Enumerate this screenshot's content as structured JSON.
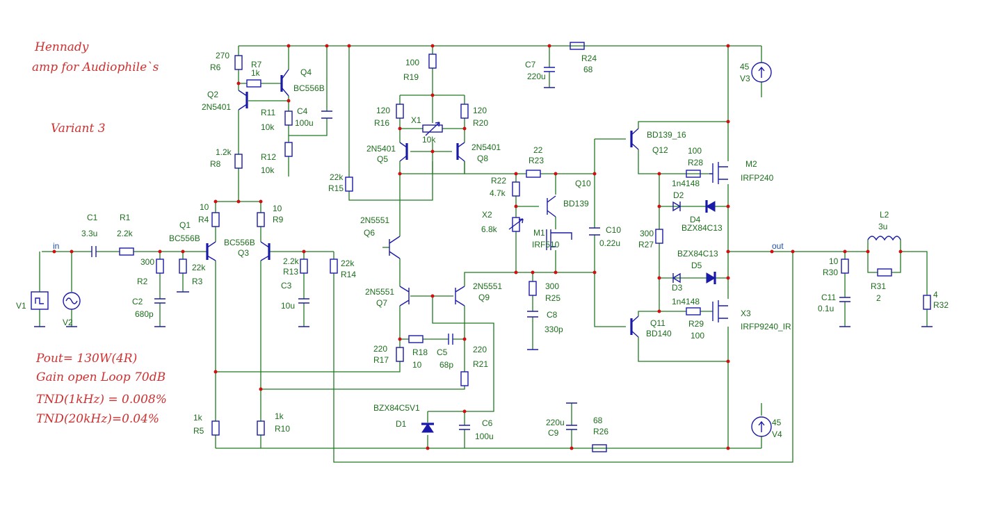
{
  "notes": {
    "title1": "Hennady",
    "title2": "amp for Audiophile`s",
    "variant": "Variant 3",
    "spec1": "Pout= 130W(4R)",
    "spec2": "Gain open Loop 70dB",
    "spec3": "TND(1kHz) = 0.008%",
    "spec4": "TND(20kHz)=0.04%"
  },
  "nodes": {
    "in": "in",
    "out": "out"
  },
  "labels": [
    {
      "id": "r6v",
      "text": "270"
    },
    {
      "id": "r6",
      "text": "R6"
    },
    {
      "id": "r7",
      "text": "R7"
    },
    {
      "id": "r7v",
      "text": "1k"
    },
    {
      "id": "q4",
      "text": "Q4"
    },
    {
      "id": "q4t",
      "text": "BC556B"
    },
    {
      "id": "q2",
      "text": "Q2"
    },
    {
      "id": "q2t",
      "text": "2N5401"
    },
    {
      "id": "r11",
      "text": "R11"
    },
    {
      "id": "r11v",
      "text": "10k"
    },
    {
      "id": "c4",
      "text": "C4"
    },
    {
      "id": "c4v",
      "text": "100u"
    },
    {
      "id": "r12",
      "text": "R12"
    },
    {
      "id": "r12v",
      "text": "10k"
    },
    {
      "id": "r8v",
      "text": "1.2k"
    },
    {
      "id": "r8",
      "text": "R8"
    },
    {
      "id": "r4v",
      "text": "10"
    },
    {
      "id": "r4",
      "text": "R4"
    },
    {
      "id": "r9v",
      "text": "10"
    },
    {
      "id": "r9",
      "text": "R9"
    },
    {
      "id": "q1",
      "text": "Q1"
    },
    {
      "id": "q1t",
      "text": "BC556B"
    },
    {
      "id": "q3t",
      "text": "BC556B"
    },
    {
      "id": "q3",
      "text": "Q3"
    },
    {
      "id": "c1",
      "text": "C1"
    },
    {
      "id": "c1v",
      "text": "3.3u"
    },
    {
      "id": "r1",
      "text": "R1"
    },
    {
      "id": "r1v",
      "text": "2.2k"
    },
    {
      "id": "r2v",
      "text": "300"
    },
    {
      "id": "r2",
      "text": "R2"
    },
    {
      "id": "r3v",
      "text": "22k"
    },
    {
      "id": "r3",
      "text": "R3"
    },
    {
      "id": "c2",
      "text": "C2"
    },
    {
      "id": "c2v",
      "text": "680p"
    },
    {
      "id": "r13v",
      "text": "2.2k"
    },
    {
      "id": "r13",
      "text": "R13"
    },
    {
      "id": "c3",
      "text": "C3"
    },
    {
      "id": "c3v",
      "text": "10u"
    },
    {
      "id": "r14v",
      "text": "22k"
    },
    {
      "id": "r14",
      "text": "R14"
    },
    {
      "id": "r15v",
      "text": "22k"
    },
    {
      "id": "r15",
      "text": "R15"
    },
    {
      "id": "v1",
      "text": "V1"
    },
    {
      "id": "v2",
      "text": "V2"
    },
    {
      "id": "r5v",
      "text": "1k"
    },
    {
      "id": "r5",
      "text": "R5"
    },
    {
      "id": "r10v",
      "text": "1k"
    },
    {
      "id": "r10",
      "text": "R10"
    },
    {
      "id": "r19v",
      "text": "100"
    },
    {
      "id": "r19",
      "text": "R19"
    },
    {
      "id": "r16v",
      "text": "120"
    },
    {
      "id": "r16",
      "text": "R16"
    },
    {
      "id": "r20v",
      "text": "120"
    },
    {
      "id": "r20",
      "text": "R20"
    },
    {
      "id": "x1",
      "text": "X1"
    },
    {
      "id": "x1v",
      "text": "10k"
    },
    {
      "id": "q5t",
      "text": "2N5401"
    },
    {
      "id": "q5",
      "text": "Q5"
    },
    {
      "id": "q8t",
      "text": "2N5401"
    },
    {
      "id": "q8",
      "text": "Q8"
    },
    {
      "id": "r23v",
      "text": "22"
    },
    {
      "id": "r23",
      "text": "R23"
    },
    {
      "id": "r22",
      "text": "R22"
    },
    {
      "id": "r22v",
      "text": "4.7k"
    },
    {
      "id": "q10",
      "text": "Q10"
    },
    {
      "id": "q10t",
      "text": "BD139"
    },
    {
      "id": "x2",
      "text": "X2"
    },
    {
      "id": "x2v",
      "text": "6.8k"
    },
    {
      "id": "m1",
      "text": "M1"
    },
    {
      "id": "m1t",
      "text": "IRF510"
    },
    {
      "id": "q6t",
      "text": "2N5551"
    },
    {
      "id": "q6",
      "text": "Q6"
    },
    {
      "id": "q7t",
      "text": "2N5551"
    },
    {
      "id": "q7",
      "text": "Q7"
    },
    {
      "id": "q9t",
      "text": "2N5551"
    },
    {
      "id": "q9",
      "text": "Q9"
    },
    {
      "id": "r25v",
      "text": "300"
    },
    {
      "id": "r25",
      "text": "R25"
    },
    {
      "id": "c8",
      "text": "C8"
    },
    {
      "id": "c8v",
      "text": "330p"
    },
    {
      "id": "r17v",
      "text": "220"
    },
    {
      "id": "r17",
      "text": "R17"
    },
    {
      "id": "r18",
      "text": "R18"
    },
    {
      "id": "r18v",
      "text": "10"
    },
    {
      "id": "c5",
      "text": "C5"
    },
    {
      "id": "c5v",
      "text": "68p"
    },
    {
      "id": "r21v",
      "text": "220"
    },
    {
      "id": "r21",
      "text": "R21"
    },
    {
      "id": "d1t",
      "text": "BZX84C5V1"
    },
    {
      "id": "d1",
      "text": "D1"
    },
    {
      "id": "c6",
      "text": "C6"
    },
    {
      "id": "c6v",
      "text": "100u"
    },
    {
      "id": "c7",
      "text": "C7"
    },
    {
      "id": "c7v",
      "text": "220u"
    },
    {
      "id": "r24",
      "text": "R24"
    },
    {
      "id": "r24v",
      "text": "68"
    },
    {
      "id": "c10",
      "text": "C10"
    },
    {
      "id": "c10v",
      "text": "0.22u"
    },
    {
      "id": "q12t",
      "text": "BD139_16"
    },
    {
      "id": "q12",
      "text": "Q12"
    },
    {
      "id": "r28v",
      "text": "100"
    },
    {
      "id": "r28",
      "text": "R28"
    },
    {
      "id": "m2",
      "text": "M2"
    },
    {
      "id": "m2t",
      "text": "IRFP240"
    },
    {
      "id": "d2t",
      "text": "1n4148"
    },
    {
      "id": "d2",
      "text": "D2"
    },
    {
      "id": "d4",
      "text": "D4"
    },
    {
      "id": "d4t",
      "text": "BZX84C13"
    },
    {
      "id": "r27v",
      "text": "300"
    },
    {
      "id": "r27",
      "text": "R27"
    },
    {
      "id": "d5t",
      "text": "BZX84C13"
    },
    {
      "id": "d5",
      "text": "D5"
    },
    {
      "id": "d3",
      "text": "D3"
    },
    {
      "id": "d3t",
      "text": "1n4148"
    },
    {
      "id": "q11",
      "text": "Q11"
    },
    {
      "id": "q11t",
      "text": "BD140"
    },
    {
      "id": "r29",
      "text": "R29"
    },
    {
      "id": "r29v",
      "text": "100"
    },
    {
      "id": "x3",
      "text": "X3"
    },
    {
      "id": "x3t",
      "text": "IRFP9240_IR"
    },
    {
      "id": "v3v",
      "text": "45"
    },
    {
      "id": "v3",
      "text": "V3"
    },
    {
      "id": "v4v",
      "text": "45"
    },
    {
      "id": "v4",
      "text": "V4"
    },
    {
      "id": "c9v",
      "text": "220u"
    },
    {
      "id": "c9",
      "text": "C9"
    },
    {
      "id": "r26v",
      "text": "68"
    },
    {
      "id": "r26",
      "text": "R26"
    },
    {
      "id": "l2",
      "text": "L2"
    },
    {
      "id": "l2v",
      "text": "3u"
    },
    {
      "id": "r30v",
      "text": "10"
    },
    {
      "id": "r30",
      "text": "R30"
    },
    {
      "id": "c11",
      "text": "C11"
    },
    {
      "id": "c11v",
      "text": "0.1u"
    },
    {
      "id": "r31",
      "text": "R31"
    },
    {
      "id": "r31v",
      "text": "2"
    },
    {
      "id": "r32v",
      "text": "4"
    },
    {
      "id": "r32",
      "text": "R32"
    }
  ]
}
